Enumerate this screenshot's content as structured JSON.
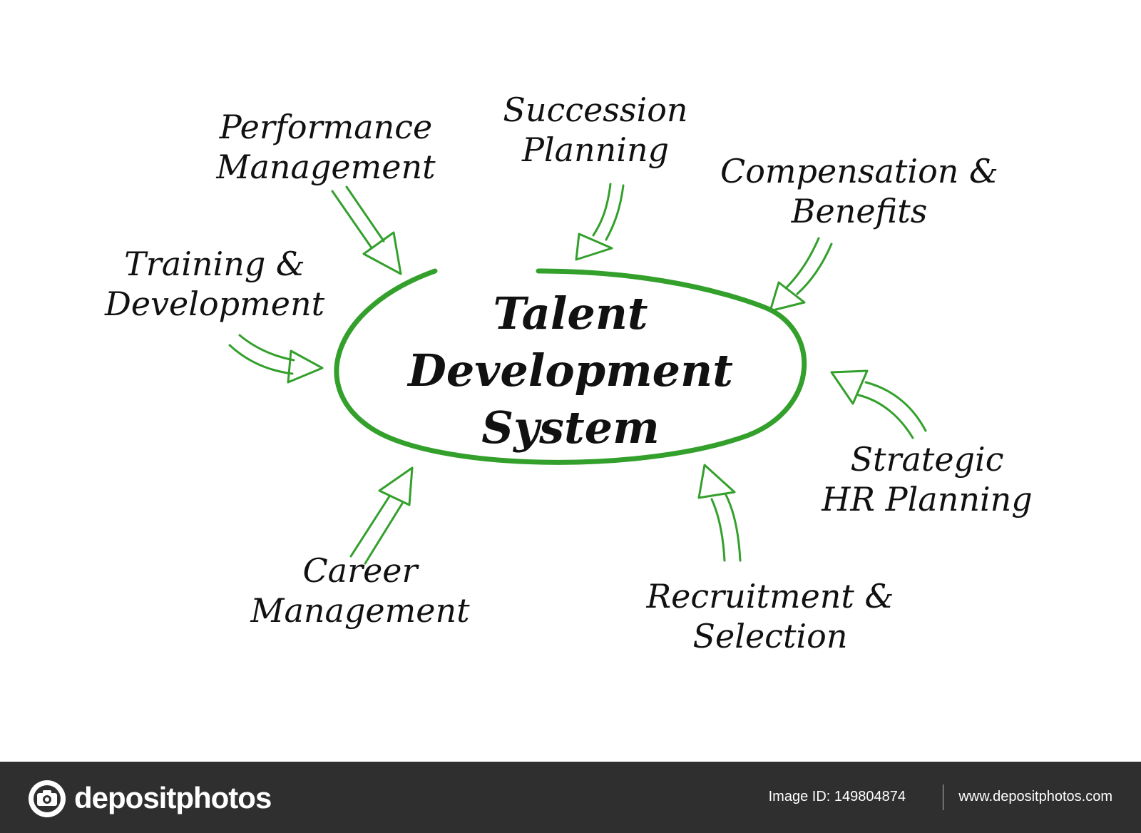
{
  "diagram": {
    "center": {
      "line1": "Talent",
      "line2": "Development",
      "line3": "System"
    },
    "nodes": {
      "performance_management": {
        "line1": "Performance",
        "line2": "Management"
      },
      "succession_planning": {
        "line1": "Succession",
        "line2": "Planning"
      },
      "compensation_benefits": {
        "line1": "Compensation &",
        "line2": "Benefits"
      },
      "training_development": {
        "line1": "Training &",
        "line2": "Development"
      },
      "strategic_hr_planning": {
        "line1": "Strategic",
        "line2": "HR Planning"
      },
      "career_management": {
        "line1": "Career",
        "line2": "Management"
      },
      "recruitment_selection": {
        "line1": "Recruitment &",
        "line2": "Selection"
      }
    },
    "colors": {
      "accent": "#33a02c",
      "text": "#111111",
      "background": "#ffffff"
    }
  },
  "footer": {
    "brand": "depositphotos",
    "image_id": "Image ID: 149804874",
    "url": "www.depositphotos.com",
    "background": "#2f2f2f"
  }
}
